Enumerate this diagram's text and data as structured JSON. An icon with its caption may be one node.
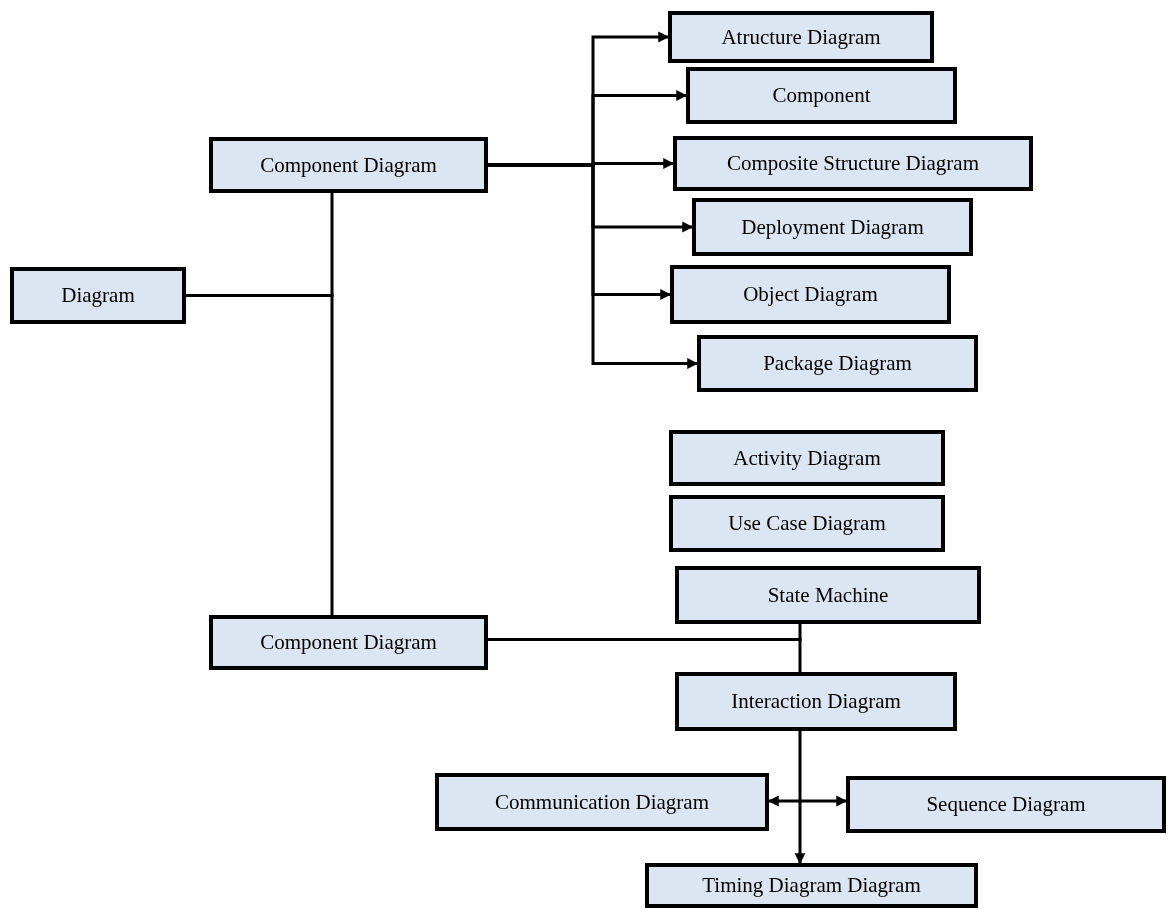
{
  "diagram": {
    "nodes": [
      {
        "text": [
          "Diagram"
        ]
      },
      {
        "text": [
          "Component Diagram"
        ]
      },
      {
        "text": [
          "Component Diagram"
        ]
      },
      {
        "text": [
          "Atructure Diagram"
        ]
      },
      {
        "text": [
          "Component"
        ]
      },
      {
        "text": [
          "Composite Structure Diagram"
        ]
      },
      {
        "text": [
          "Deployment Diagram"
        ]
      },
      {
        "text": [
          "Object Diagram"
        ]
      },
      {
        "text": [
          "Package Diagram"
        ]
      },
      {
        "text": [
          "Activity Diagram"
        ]
      },
      {
        "text": [
          "Use Case Diagram"
        ]
      },
      {
        "text": [
          "State Machine"
        ]
      },
      {
        "text": [
          "Interaction Diagram"
        ]
      },
      {
        "text": [
          "Communication Diagram"
        ]
      },
      {
        "text": [
          "Sequence Diagram"
        ]
      },
      {
        "text": [
          "Timing Diagram Diagram"
        ]
      }
    ],
    "edges": [
      {
        "from": 0,
        "to": 1,
        "arrow": "none"
      },
      {
        "from": 0,
        "to": 2,
        "arrow": "none"
      },
      {
        "from": 1,
        "to": 3,
        "arrow": "to"
      },
      {
        "from": 1,
        "to": 4,
        "arrow": "to"
      },
      {
        "from": 1,
        "to": 5,
        "arrow": "to"
      },
      {
        "from": 1,
        "to": 6,
        "arrow": "to"
      },
      {
        "from": 1,
        "to": 7,
        "arrow": "to"
      },
      {
        "from": 1,
        "to": 8,
        "arrow": "to"
      },
      {
        "from": 2,
        "to": 11,
        "arrow": "none"
      },
      {
        "from": 2,
        "to": 12,
        "arrow": "none"
      },
      {
        "from": 12,
        "to": 15,
        "arrow": "to"
      },
      {
        "from": 13,
        "to": 14,
        "arrow": "both"
      }
    ]
  }
}
